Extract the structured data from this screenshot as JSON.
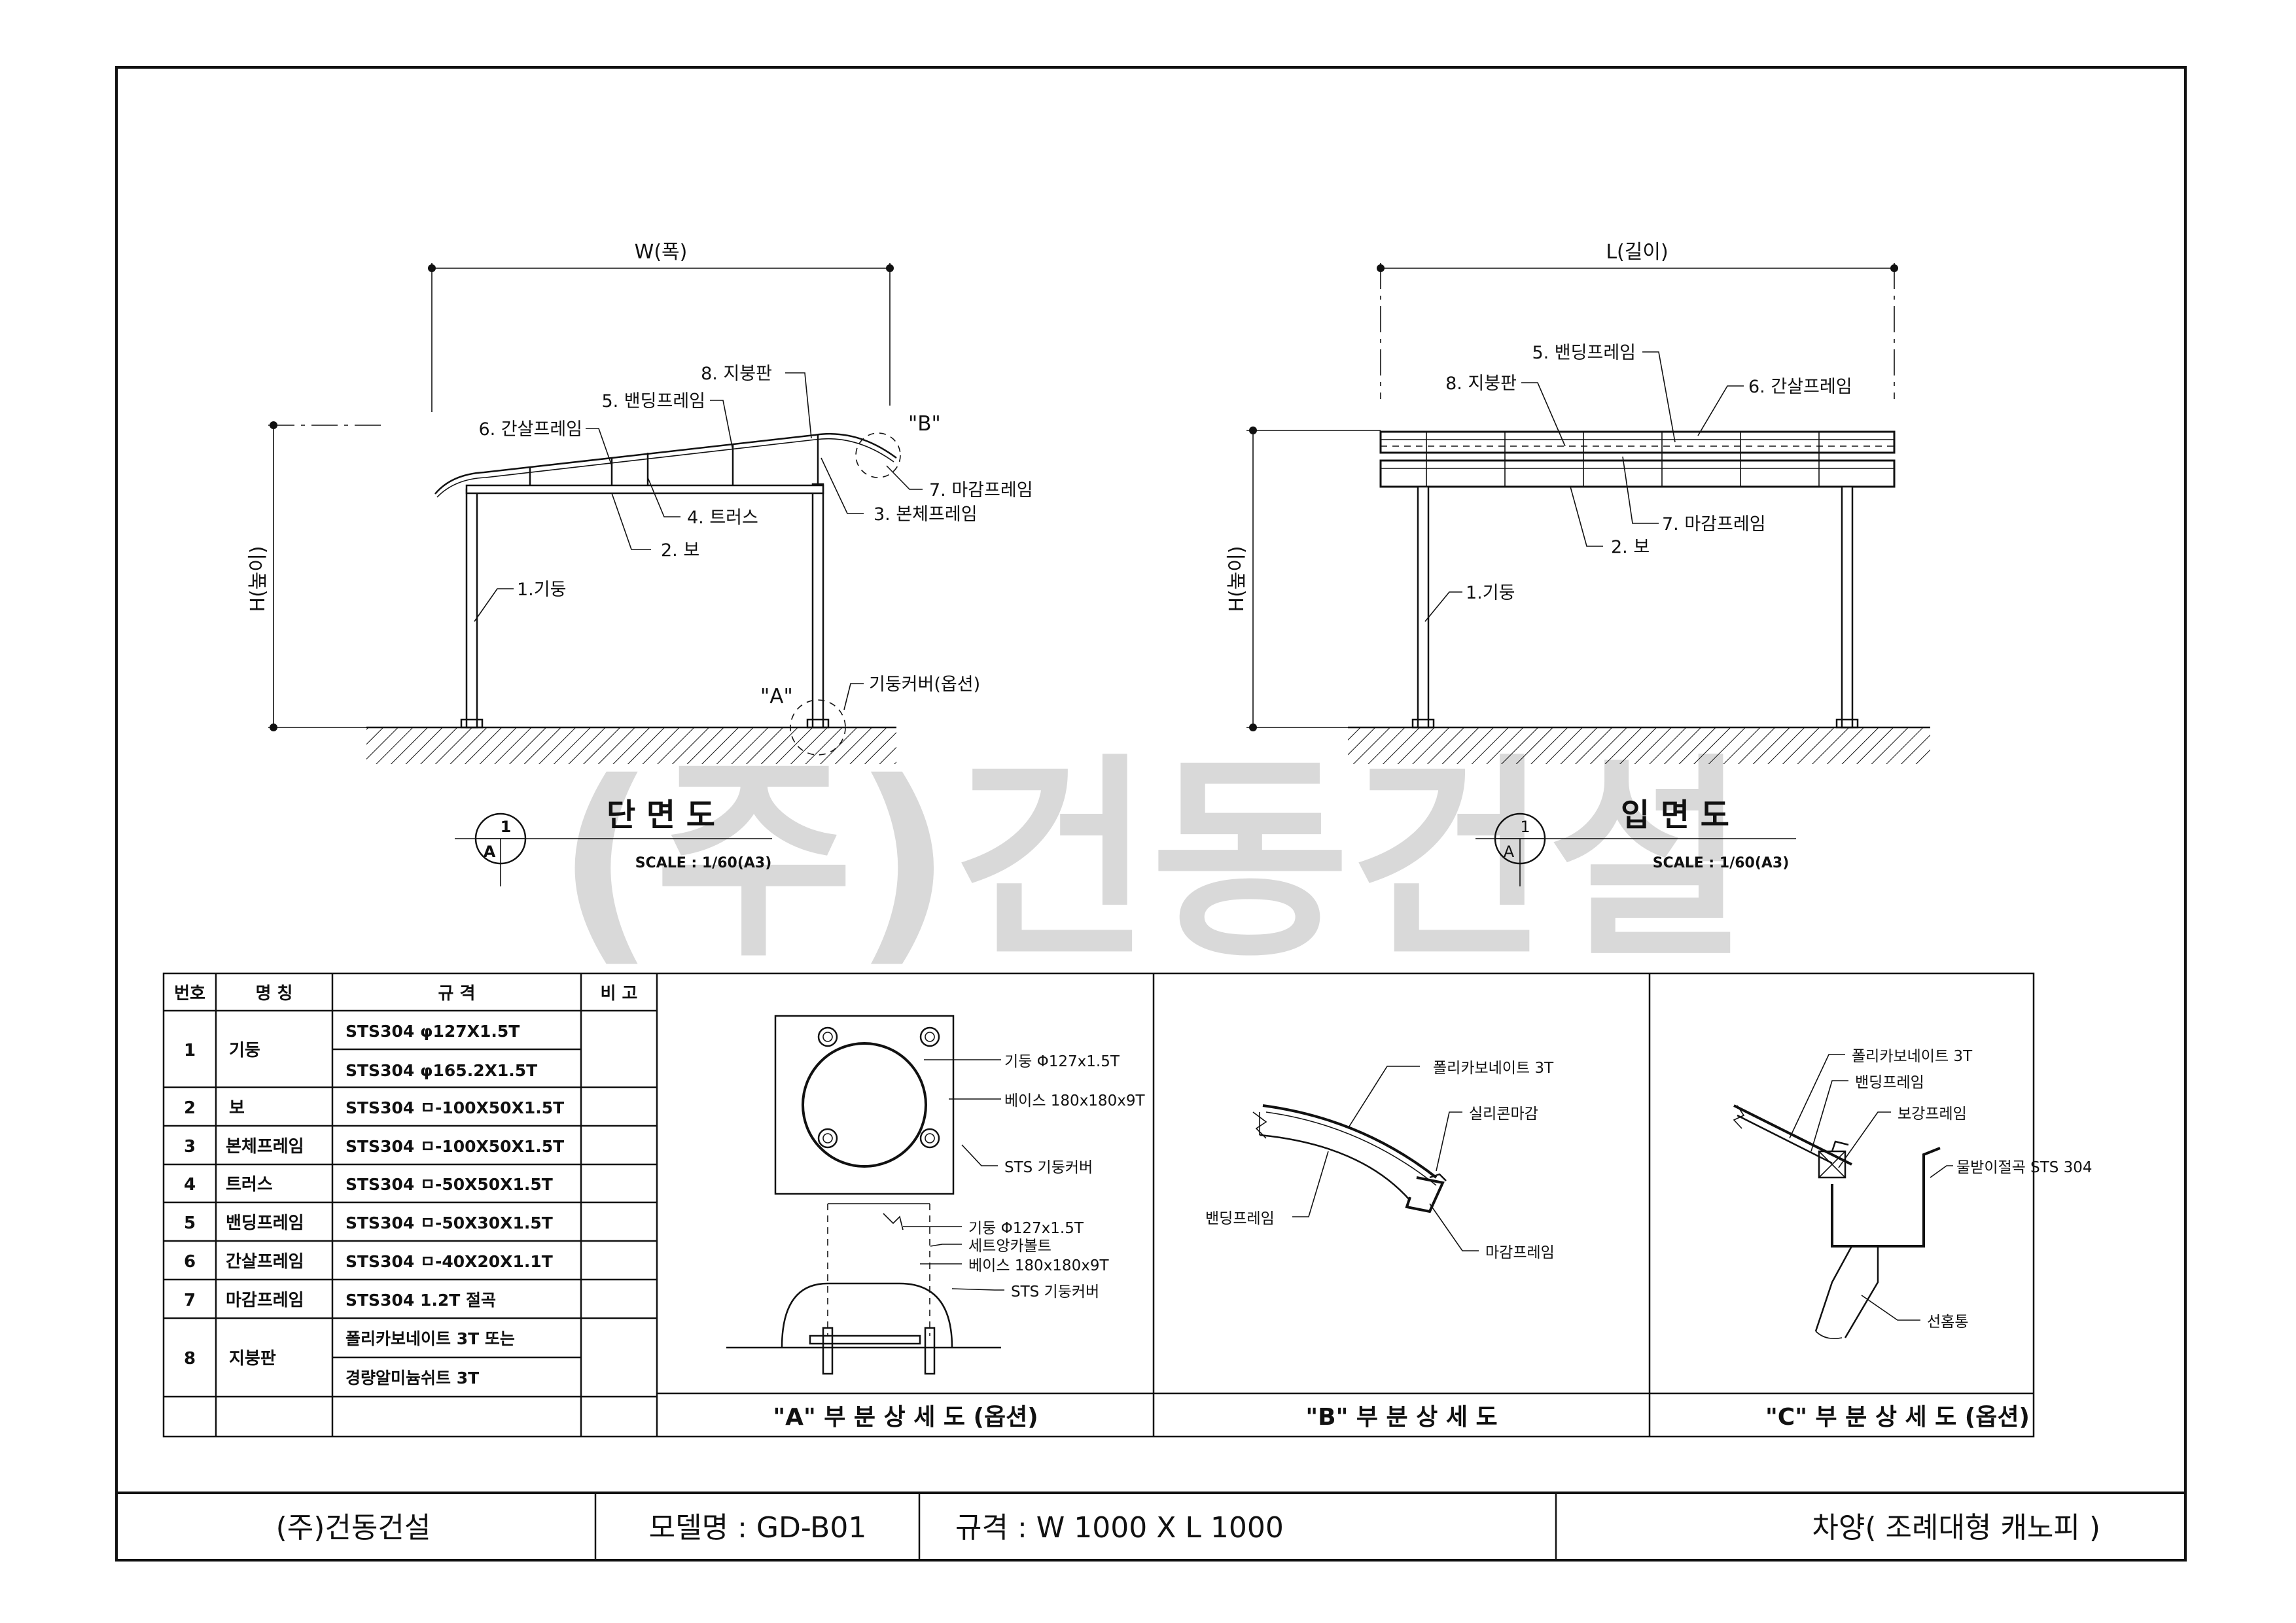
{
  "watermark": "(주)건동건설",
  "section_view": {
    "title": "단  면  도",
    "scale": "SCALE : 1/60(A3)",
    "mark_num": "1",
    "mark_letter": "A",
    "width_label": "W(폭)",
    "height_label": "H(높이)",
    "labels": {
      "roof": "8. 지붕판",
      "bending": "5. 밴딩프레임",
      "rafter": "6. 간살프레임",
      "truss": "4. 트러스",
      "beam": "2. 보",
      "finish": "7. 마감프레임",
      "body": "3. 본체프레임",
      "column": "1.기둥",
      "column_cover": "기둥커버(옵션)",
      "detail_a": "\"A\"",
      "detail_b": "\"B\""
    }
  },
  "elevation_view": {
    "title": "입  면  도",
    "scale": "SCALE : 1/60(A3)",
    "mark_num": "1",
    "mark_letter": "A",
    "length_label": "L(길이)",
    "height_label": "H(높이)",
    "labels": {
      "bending": "5. 밴딩프레임",
      "roof": "8. 지붕판",
      "rafter": "6. 간살프레임",
      "finish": "7. 마감프레임",
      "beam": "2. 보",
      "column": "1.기둥"
    }
  },
  "parts_table": {
    "headers": [
      "번호",
      "명  칭",
      "규    격",
      "비 고"
    ],
    "rows": [
      {
        "no": "1",
        "name": "기둥",
        "specs": [
          "STS304 φ127X1.5T",
          "STS304 φ165.2X1.5T"
        ]
      },
      {
        "no": "2",
        "name": "보",
        "specs": [
          "STS304 ㅁ-100X50X1.5T"
        ]
      },
      {
        "no": "3",
        "name": "본체프레임",
        "specs": [
          "STS304 ㅁ-100X50X1.5T"
        ]
      },
      {
        "no": "4",
        "name": "트러스",
        "specs": [
          "STS304 ㅁ-50X50X1.5T"
        ]
      },
      {
        "no": "5",
        "name": "밴딩프레임",
        "specs": [
          "STS304 ㅁ-50X30X1.5T"
        ]
      },
      {
        "no": "6",
        "name": "간살프레임",
        "specs": [
          "STS304 ㅁ-40X20X1.1T"
        ]
      },
      {
        "no": "7",
        "name": "마감프레임",
        "specs": [
          "STS304 1.2T 절곡"
        ]
      },
      {
        "no": "8",
        "name": "지붕판",
        "specs": [
          "폴리카보네이트 3T 또는",
          "경량알미늄쉬트 3T"
        ]
      }
    ]
  },
  "detail_a": {
    "caption": "\"A\" 부 분 상 세 도 (옵션)",
    "labels": {
      "column": "기둥 Φ127x1.5T",
      "base": "베이스 180x180x9T",
      "cover": "STS 기둥커버",
      "column2": "기둥 Φ127x1.5T",
      "anchor": "세트앙카볼트",
      "base2": "베이스 180x180x9T",
      "cover2": "STS 기둥커버"
    }
  },
  "detail_b": {
    "caption": "\"B\" 부 분 상 세 도",
    "labels": {
      "poly": "폴리카보네이트 3T",
      "silicone": "실리콘마감",
      "bending": "밴딩프레임",
      "finish": "마감프레임"
    }
  },
  "detail_c": {
    "caption": "\"C\" 부 분 상 세 도 (옵션)",
    "labels": {
      "poly": "폴리카보네이트 3T",
      "bending": "밴딩프레임",
      "reinforce": "보강프레임",
      "gutter": "물받이절곡 STS 304",
      "drain": "선홈통"
    }
  },
  "title_block": {
    "company": "(주)건동건설",
    "model": "모델명 : GD-B01",
    "spec": "규격 : W 1000 X L 1000",
    "product": "차양( 조례대형 캐노피 )"
  }
}
